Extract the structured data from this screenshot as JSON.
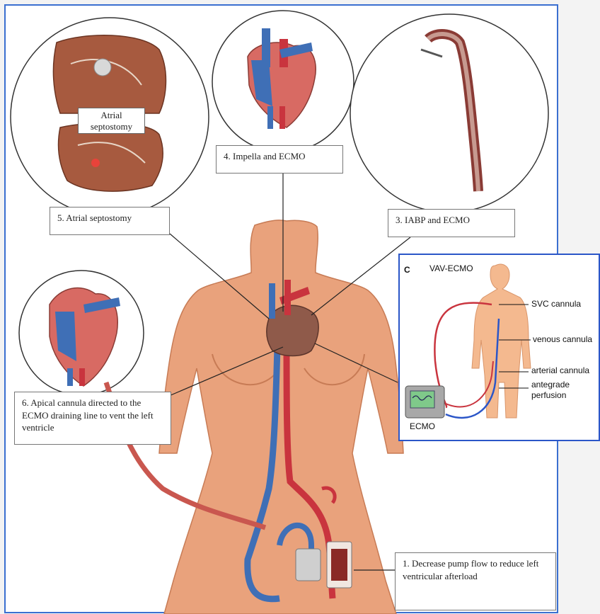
{
  "labels": {
    "atrial_septostomy_inset": "Atrial septostomy",
    "impella": "4. Impella and ECMO",
    "atrial_septostomy": "5. Atrial septostomy",
    "iabp": "3. IABP and ECMO",
    "apical_cannula": "6. Apical cannula directed to the ECMO draining line to vent the left ventricle",
    "decrease_flow": "1. Decrease pump flow to reduce left ventricular afterload"
  },
  "inset": {
    "panel_letter": "C",
    "title": "VAV-ECMO",
    "svc_cannula": "SVC cannula",
    "venous_cannula": "venous cannula",
    "arterial_cannula": "arterial cannula",
    "antegrade_perfusion": "antegrade\nperfusion",
    "ecmo": "ECMO"
  },
  "colors": {
    "skin": "#e9a27c",
    "skin_shadow": "#d08660",
    "venous": "#3f6fb6",
    "arterial": "#c9343e",
    "inset_border": "#2b56c8",
    "frame_border": "#3a6fd0"
  }
}
